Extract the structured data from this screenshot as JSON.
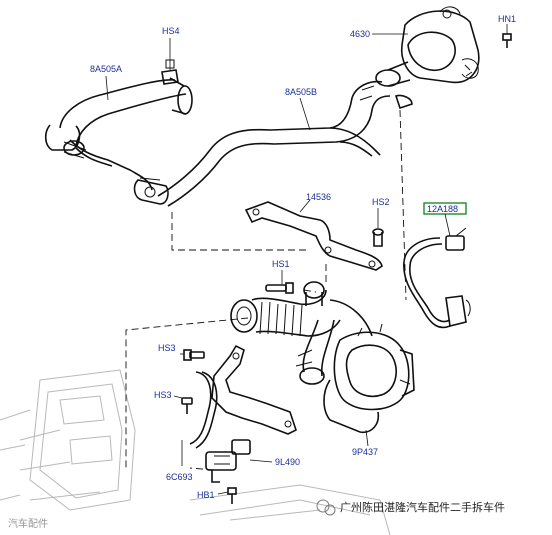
{
  "callouts": {
    "hs4": "HS4",
    "p4630": "4630",
    "hn1": "HN1",
    "a8a505a": "8A505A",
    "a8a505b": "8A505B",
    "p14536": "14536",
    "hs2": "HS2",
    "a12a188": "12A188",
    "hs1": "HS1",
    "hs3_top": "HS3",
    "hs3_bottom": "HS3",
    "hb1": "HB1",
    "a6c693": "6C693",
    "a9l490": "9L490",
    "a9p437": "9P437"
  },
  "highlight_color": "#1d8a2e",
  "label_color": "#1a2f9c",
  "footer": {
    "brand_text": "广州陈田湛隆汽车配件二手拆车件",
    "watermark_text": "汽车配件"
  }
}
